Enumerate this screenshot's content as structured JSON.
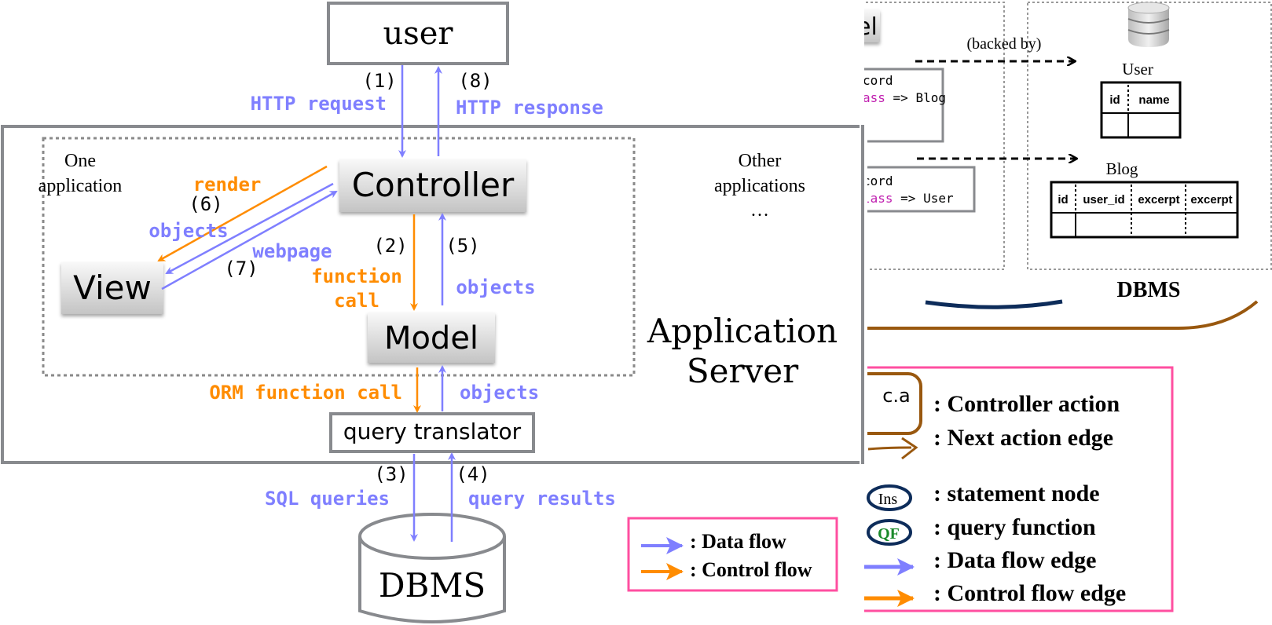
{
  "colors": {
    "data_flow": "#7f7fff",
    "control_flow": "#ff8c00",
    "border_gray": "#888a8e",
    "legend_pink": "#ff4fa0",
    "brown": "#99580f",
    "navy": "#0d2c5a",
    "qf_green": "#1a8a2a"
  },
  "left_diagram": {
    "user_box": "user",
    "steps": {
      "s1": "(1)",
      "s2": "(2)",
      "s3": "(3)",
      "s4": "(4)",
      "s5": "(5)",
      "s6": "(6)",
      "s7": "(7)",
      "s8": "(8)"
    },
    "edges": {
      "http_request": "HTTP request",
      "http_response": "HTTP response",
      "render": "render",
      "objects_view": "objects",
      "webpage": "webpage",
      "function_call_1": "function",
      "function_call_2": "call",
      "objects_controller": "objects",
      "orm_function_call": "ORM function call",
      "objects_model": "objects",
      "sql_queries": "SQL queries",
      "query_results": "query results"
    },
    "one_application_1": "One",
    "one_application_2": "application",
    "other_applications_1": "Other",
    "other_applications_2": "applications",
    "other_applications_3": "…",
    "controller": "Controller",
    "view": "View",
    "model": "Model",
    "application_server_1": "Application",
    "application_server_2": "Server",
    "query_translator": "query translator",
    "dbms": "DBMS",
    "legend": {
      "data_flow": ": Data flow",
      "control_flow": ": Control flow"
    }
  },
  "right_diagram": {
    "model_fragment": "el",
    "backed_by": "(backed by)",
    "code_block_1": {
      "line1": "cord",
      "line2_kw": "ass",
      "line2_rest": " => Blog"
    },
    "code_block_2": {
      "line1": "cord",
      "line2_kw": "lass",
      "line2_rest": " => User"
    },
    "user_table": {
      "title": "User",
      "columns": [
        "id",
        "name"
      ]
    },
    "blog_table": {
      "title": "Blog",
      "columns": [
        "id",
        "user_id",
        "excerpt",
        "excerpt"
      ]
    },
    "dbms_label": "DBMS",
    "legend": {
      "controller_node": "c.a",
      "controller_action": ": Controller action",
      "next_action_edge": ": Next action edge",
      "ins_node": "Ins",
      "statement_node": ": statement node",
      "qf_node": "QF",
      "query_function": ": query function",
      "data_flow_edge": ": Data flow edge",
      "control_flow_edge": ": Control flow edge"
    }
  }
}
